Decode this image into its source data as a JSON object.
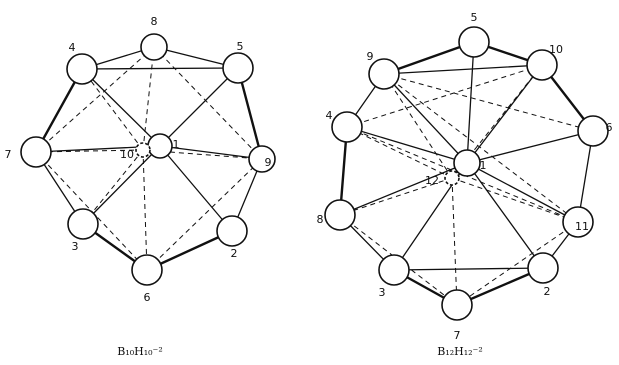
{
  "molecules": [
    {
      "id": "b10",
      "formula": "B₁₀H₁₀⁻²",
      "atoms": [
        "1",
        "2",
        "3",
        "4",
        "5",
        "6",
        "7",
        "8",
        "9",
        "10"
      ]
    },
    {
      "id": "b12",
      "formula": "B₁₂H₁₂⁻²",
      "atoms": [
        "1",
        "2",
        "3",
        "4",
        "5",
        "6",
        "7",
        "8",
        "9",
        "10",
        "11",
        "12"
      ]
    }
  ]
}
